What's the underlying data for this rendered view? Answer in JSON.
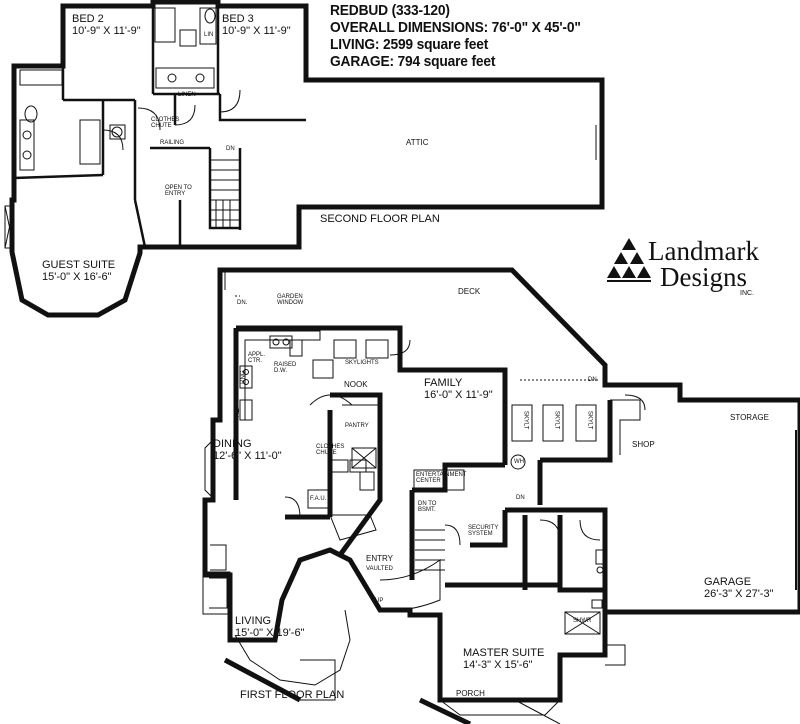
{
  "header": {
    "model": "REDBUD (333-120)",
    "dimensions": "OVERALL DIMENSIONS: 76'-0\" X 45'-0\"",
    "living": "LIVING: 2599 square feet",
    "garage": "GARAGE: 794 square feet"
  },
  "logo": {
    "line1": "Landmark",
    "line2": "Designs",
    "suffix": "INC.",
    "icon": "triangle-pyramid-logo-icon"
  },
  "second_floor": {
    "title": "SECOND FLOOR PLAN",
    "bed2": {
      "name": "BED 2",
      "dims": "10'-9\" X 11'-9\""
    },
    "bed3": {
      "name": "BED 3",
      "dims": "10'-9\" X 11'-9\""
    },
    "guest": {
      "name": "GUEST SUITE",
      "dims": "15'-0\" X 16'-6\""
    },
    "attic": "ATTIC",
    "linen": "LINEN",
    "chute_1": "CLOTHES",
    "chute_2": "CHUTE",
    "lin": "LIN",
    "railing": "RAILING",
    "dn": "DN",
    "open_1": "OPEN TO",
    "open_2": "ENTRY"
  },
  "first_floor": {
    "title": "FIRST FLOOR PLAN",
    "deck": "DECK",
    "dn_deck": "DN.",
    "garden_1": "GARDEN",
    "garden_2": "WINDOW",
    "appl_1": "APPL.",
    "appl_2": "CTR.",
    "raised_1": "RAISED",
    "raised_2": "D.W.",
    "skylights": "SKYLIGHTS",
    "nook": "NOOK",
    "family": {
      "name": "FAMILY",
      "dims": "16'-0\" X 11'-9\""
    },
    "dining": {
      "name": "DINING",
      "dims": "12'-6\" X 11'-0\""
    },
    "living": {
      "name": "LIVING",
      "dims": "15'-0\" X 19'-6\""
    },
    "master": {
      "name": "MASTER SUITE",
      "dims": "14'-3\" X 15'-6\""
    },
    "garage": {
      "name": "GARAGE",
      "dims": "26'-3\" X 27'-3\""
    },
    "pantry": "PANTRY",
    "chute_1": "CLOTHES",
    "chute_2": "CHUTE",
    "ent_1": "ENTERTAINMENT",
    "ent_2": "CENTER",
    "wh": "WH",
    "dn_garage": "DN",
    "dn_shop": "DN",
    "shop": "SHOP",
    "storage": "STORAGE",
    "skylt": "SKYLT",
    "fau": "F.A.U.",
    "ref": "REF",
    "rng": "RNG",
    "dn_bsmt_1": "DN TO",
    "dn_bsmt_2": "BSMT.",
    "security_1": "SECURITY",
    "security_2": "SYSTEM",
    "entry": "ENTRY",
    "vaulted": "VAULTED",
    "up": "UP",
    "shwr": "SHWR",
    "porch": "PORCH"
  }
}
